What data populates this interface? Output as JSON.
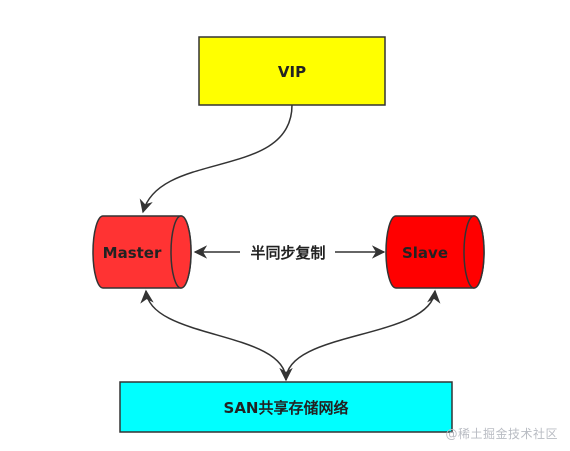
{
  "diagram": {
    "vip_label": "VIP",
    "master_label": "Master",
    "slave_label": "Slave",
    "replication_label": "半同步复制",
    "san_label": "SAN共享存储网络"
  },
  "watermark": "@稀土掘金技术社区",
  "colors": {
    "vip_fill": "#ffff00",
    "master_fill": "#ff3333",
    "slave_fill": "#ff0000",
    "san_fill": "#00ffff",
    "stroke": "#333333"
  }
}
